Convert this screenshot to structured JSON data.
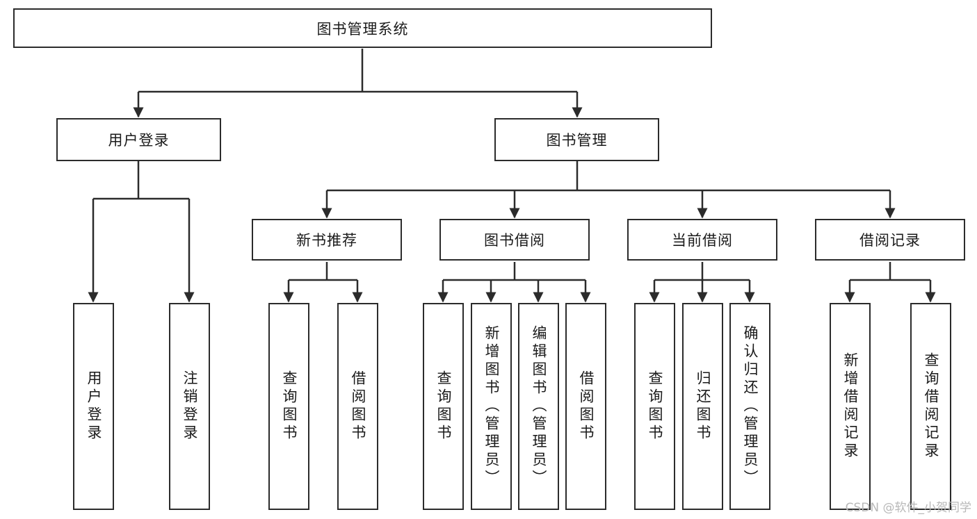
{
  "diagram": {
    "title": "图书管理系统",
    "type": "hierarchy-tree",
    "watermark": "CSDN @软件_小贺同学",
    "colors": {
      "node_border": "#2b2b2b",
      "node_fill": "#ffffff",
      "edge": "#2b2b2b",
      "text": "#1a1a1a",
      "watermark": "#b8b8b8",
      "background": "#ffffff"
    },
    "levels": {
      "level1": [
        {
          "id": "root",
          "label": "图书管理系统",
          "orientation": "horizontal"
        }
      ],
      "level2": [
        {
          "id": "login",
          "label": "用户登录",
          "orientation": "horizontal",
          "parent": "root"
        },
        {
          "id": "bookmgmt",
          "label": "图书管理",
          "orientation": "horizontal",
          "parent": "root"
        }
      ],
      "level3": [
        {
          "id": "newbook",
          "label": "新书推荐",
          "orientation": "horizontal",
          "parent": "bookmgmt"
        },
        {
          "id": "borrow",
          "label": "图书借阅",
          "orientation": "horizontal",
          "parent": "bookmgmt"
        },
        {
          "id": "current",
          "label": "当前借阅",
          "orientation": "horizontal",
          "parent": "bookmgmt"
        },
        {
          "id": "records",
          "label": "借阅记录",
          "orientation": "horizontal",
          "parent": "bookmgmt"
        }
      ],
      "level4": [
        {
          "id": "leaf1",
          "label": "用户登录",
          "orientation": "vertical",
          "parent": "login"
        },
        {
          "id": "leaf2",
          "label": "注销登录",
          "orientation": "vertical",
          "parent": "login"
        },
        {
          "id": "leaf3",
          "label": "查询图书",
          "orientation": "vertical",
          "parent": "newbook"
        },
        {
          "id": "leaf4",
          "label": "借阅图书",
          "orientation": "vertical",
          "parent": "newbook"
        },
        {
          "id": "leaf5",
          "label": "查询图书",
          "orientation": "vertical",
          "parent": "borrow"
        },
        {
          "id": "leaf6",
          "label": "新增图书（管理员）",
          "orientation": "vertical",
          "parent": "borrow"
        },
        {
          "id": "leaf7",
          "label": "编辑图书（管理员）",
          "orientation": "vertical",
          "parent": "borrow"
        },
        {
          "id": "leaf8",
          "label": "借阅图书",
          "orientation": "vertical",
          "parent": "borrow"
        },
        {
          "id": "leaf9",
          "label": "查询图书",
          "orientation": "vertical",
          "parent": "current"
        },
        {
          "id": "leaf10",
          "label": "归还图书",
          "orientation": "vertical",
          "parent": "current"
        },
        {
          "id": "leaf11",
          "label": "确认归还（管理员）",
          "orientation": "vertical",
          "parent": "current"
        },
        {
          "id": "leaf12",
          "label": "新增借阅记录",
          "orientation": "vertical",
          "parent": "records"
        },
        {
          "id": "leaf13",
          "label": "查询借阅记录",
          "orientation": "vertical",
          "parent": "records"
        }
      ]
    }
  }
}
